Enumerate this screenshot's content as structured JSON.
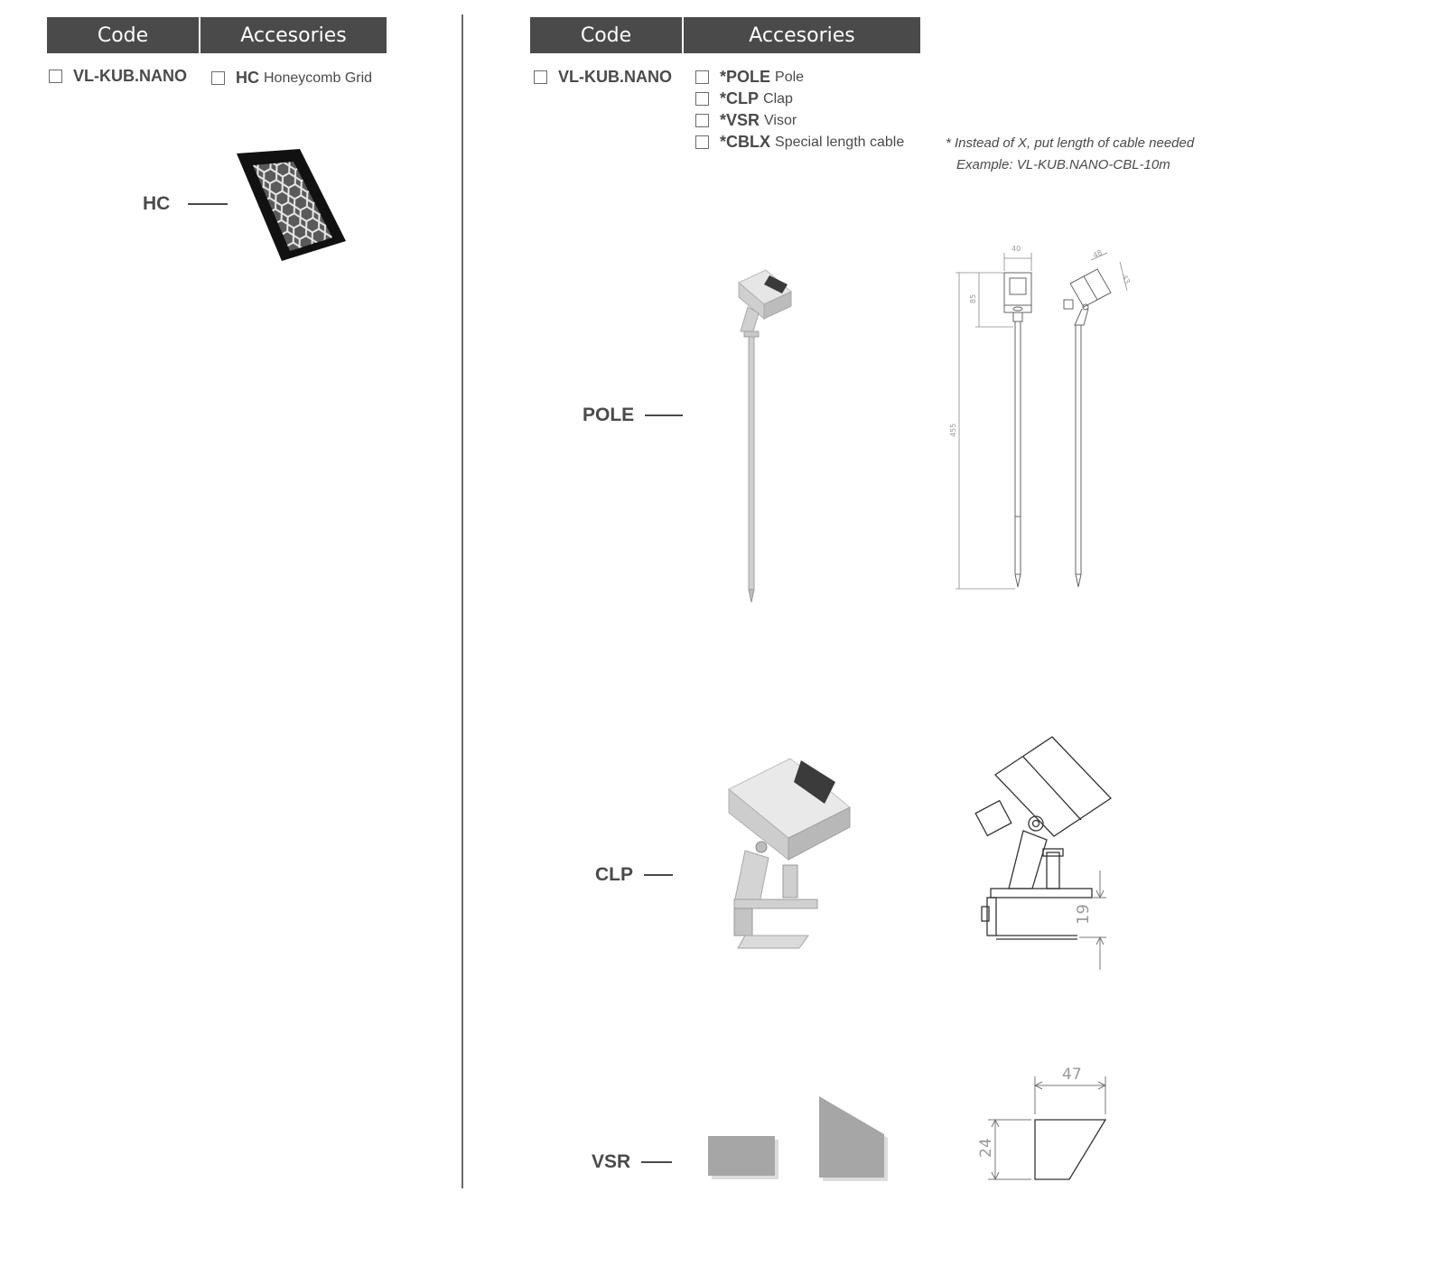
{
  "left": {
    "header": {
      "code": "Code",
      "accessories": "Accesories"
    },
    "code": "VL-KUB.NANO",
    "accessories": [
      {
        "code": "HC",
        "name": "Honeycomb Grid"
      }
    ],
    "labels": {
      "hc": "HC"
    }
  },
  "right": {
    "header": {
      "code": "Code",
      "accessories": "Accesories"
    },
    "code": "VL-KUB.NANO",
    "accessories": [
      {
        "code": "*POLE",
        "name": "Pole"
      },
      {
        "code": "*CLP",
        "name": "Clap"
      },
      {
        "code": "*VSR",
        "name": "Visor"
      },
      {
        "code": "*CBLX",
        "name": "Special length cable"
      }
    ],
    "note": {
      "line1": "* Instead of X, put length of cable needed",
      "line2": "Example: VL-KUB.NANO-CBL-10m"
    },
    "labels": {
      "pole": "POLE",
      "clp": "CLP",
      "vsr": "VSR"
    },
    "dimensions": {
      "pole": {
        "width": "40",
        "head_w": "48",
        "head_d": "43",
        "head_h": "85",
        "total_h": "455"
      },
      "clp": {
        "clamp": "19"
      },
      "vsr": {
        "width": "47",
        "height": "24"
      }
    }
  },
  "colors": {
    "header_bg": "#4a4a4a",
    "text": "#4a4a4a",
    "metal": "#c8c8c8",
    "visor": "#a6a6a6"
  }
}
